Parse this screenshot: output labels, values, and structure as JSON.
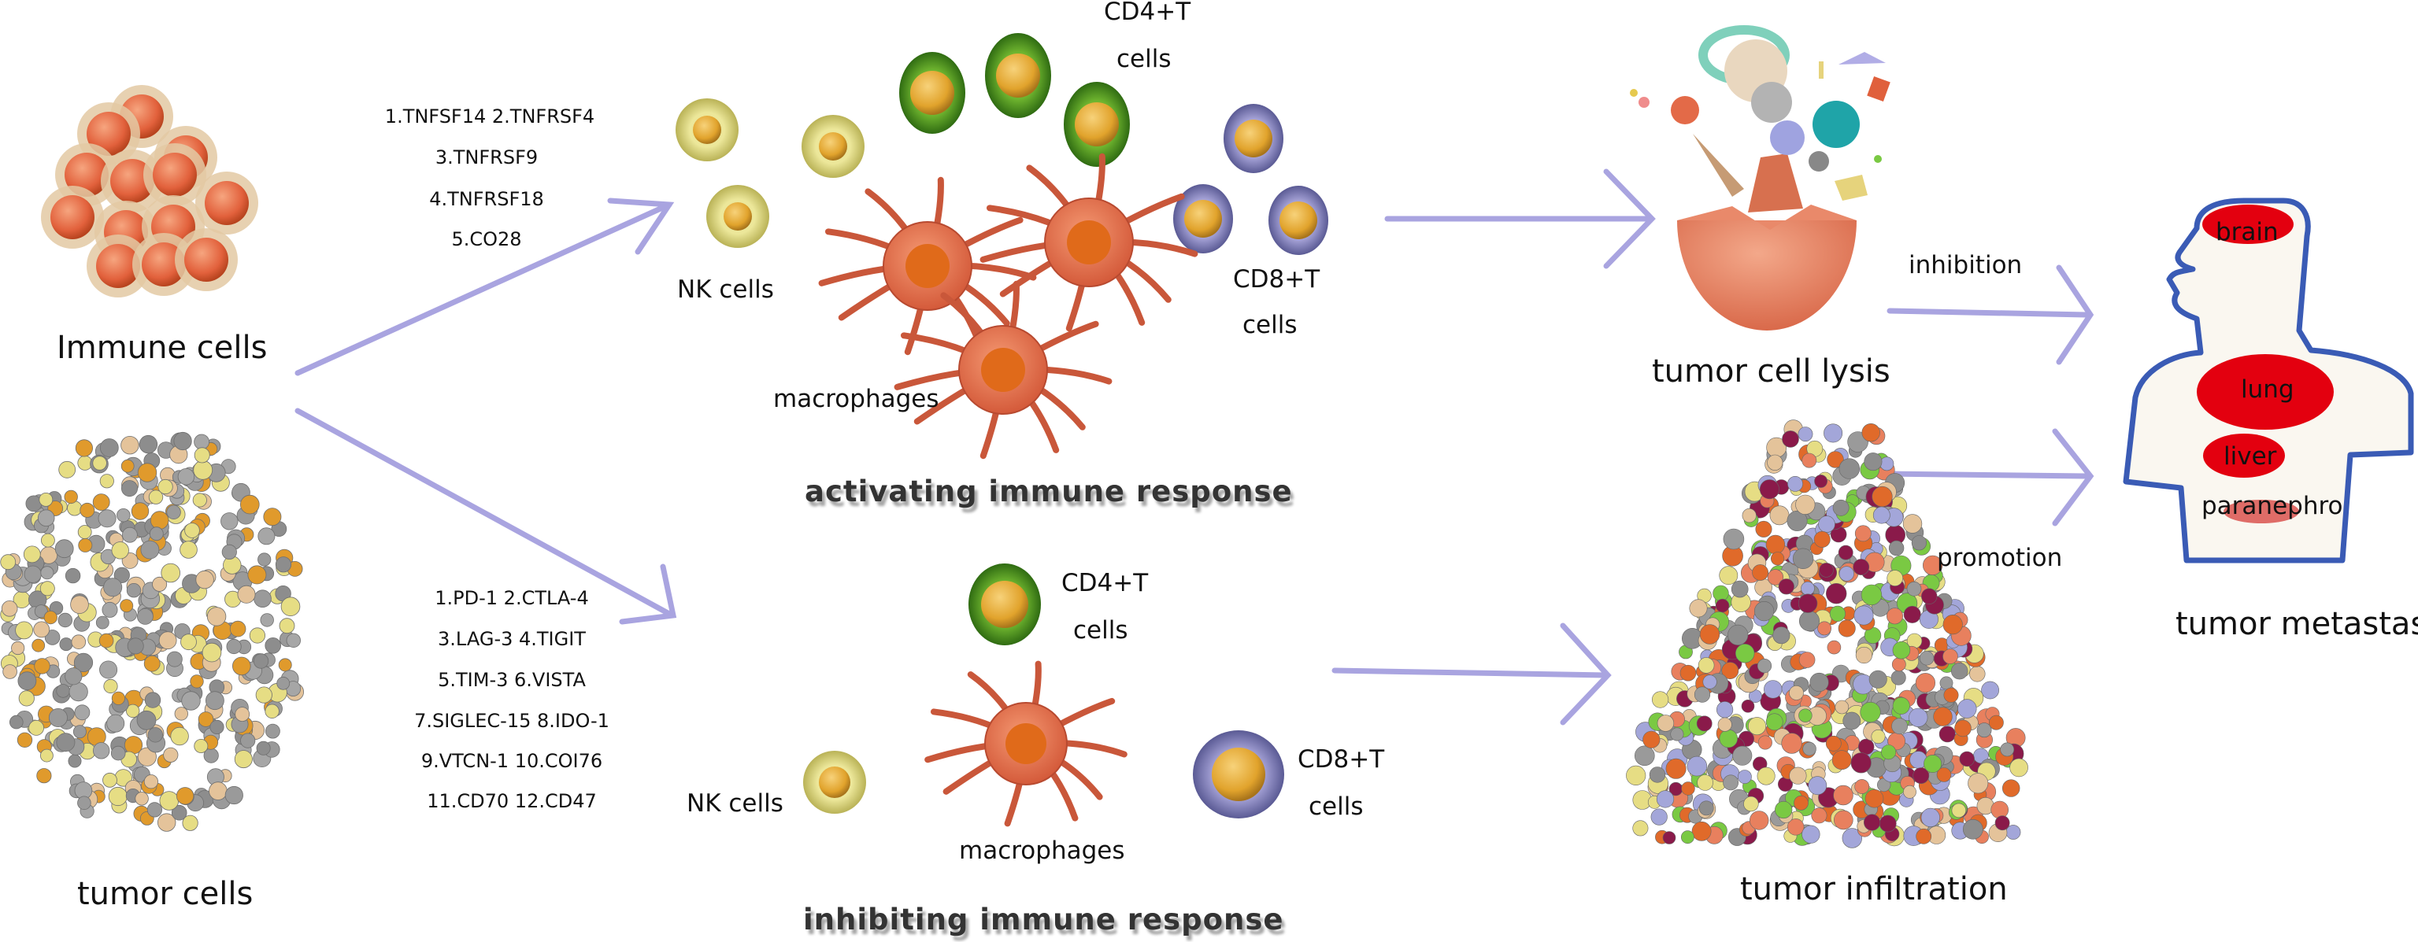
{
  "left": {
    "immune_cells": "Immune cells",
    "tumor_cells": "tumor cells"
  },
  "activating": {
    "molecules": [
      "1.TNFSF14  2.TNFRSF4",
      "3.TNFRSF9",
      "4.TNFRSF18",
      "5.CO28"
    ],
    "nk_cells": "NK cells",
    "cd4_line1": "CD4+T",
    "cd4_line2": "cells",
    "cd8_line1": "CD8+T",
    "cd8_line2": "cells",
    "macrophages": "macrophages",
    "title": "activating  immune  response"
  },
  "inhibiting": {
    "molecules": [
      "1.PD-1   2.CTLA-4",
      "3.LAG-3   4.TIGIT",
      "5.TIM-3   6.VISTA",
      "7.SIGLEC-15   8.IDO-1",
      "9.VTCN-1   10.COI76",
      "11.CD70   12.CD47"
    ],
    "nk_cells": "NK cells",
    "cd4_line1": "CD4+T",
    "cd4_line2": "cells",
    "cd8_line1": "CD8+T",
    "cd8_line2": "cells",
    "macrophages": "macrophages",
    "title": "inhibiting  immune  response"
  },
  "outcomes": {
    "lysis": "tumor cell lysis",
    "infiltration": "tumor  infiltration",
    "inhibition": "inhibition",
    "promotion": "promotion",
    "metastasis": "tumor  metastasis"
  },
  "body": {
    "brain": "brain",
    "lung": "lung",
    "liver": "liver",
    "paranephro": "paranephro"
  },
  "colors": {
    "arrow": "#a9a4e0",
    "organ": "#e3000f",
    "outline": "#3a5bb5",
    "tumor_orange": "#e8805e"
  }
}
